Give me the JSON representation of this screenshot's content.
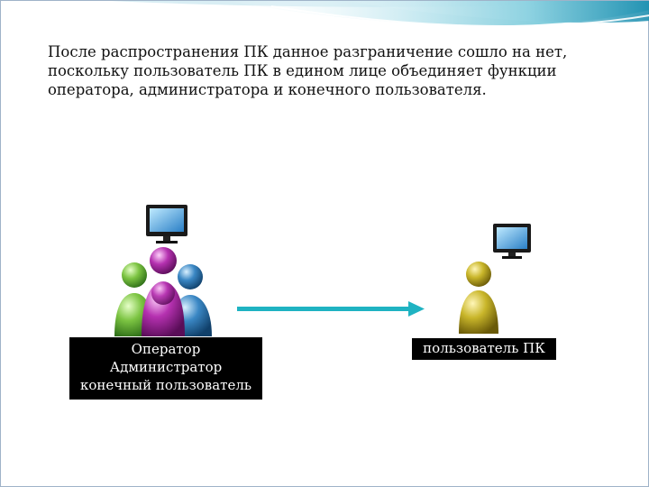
{
  "slide": {
    "text": "После распространения ПК данное разграничение сошло на нет,\nпоскольку пользователь ПК в едином лице объединяет функции\nоператора, администратора и конечного пользователя."
  },
  "left_label": {
    "lines": [
      "Оператор",
      "Администратор",
      "конечный пользователь"
    ]
  },
  "right_label": "пользователь ПК",
  "colors": {
    "accent_teal": "#3ab7c9",
    "arrow": "#1fb3c2",
    "label_bg": "#000000",
    "figure_green": "#6fb83a",
    "figure_purple": "#b531b0",
    "figure_blue": "#3a87c4",
    "figure_yellow": "#c9b62a"
  },
  "icons": [
    "monitor-icon",
    "users-group-icon",
    "user-icon",
    "arrow-right-icon"
  ]
}
